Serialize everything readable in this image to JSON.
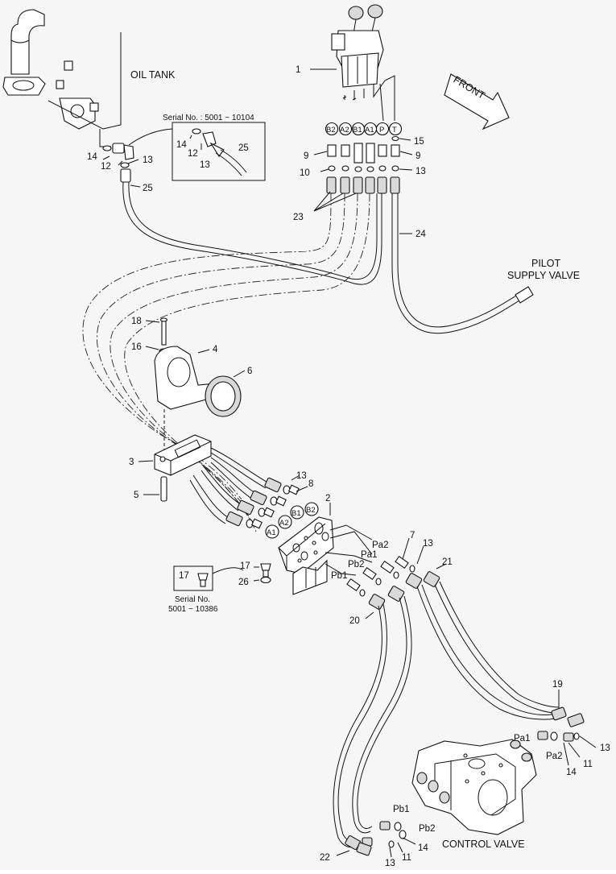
{
  "titles": {
    "oil_tank": "OIL TANK",
    "front": "FRONT",
    "pilot_line1": "PILOT",
    "pilot_line2": "SUPPLY VALVE",
    "control_valve": "CONTROL VALVE"
  },
  "serial_boxes": {
    "top": "Serial No. : 5001 ~ 10104",
    "bottom_line1": "Serial No.",
    "bottom_line2": "5001 ~ 10386"
  },
  "ports": {
    "joystick": [
      "B2",
      "A2",
      "B1",
      "A1",
      "P",
      "T"
    ],
    "manifold": [
      "B2",
      "B1",
      "A2",
      "A1"
    ],
    "manifold_text": [
      "Pa2",
      "Pa1",
      "Pb2",
      "Pb1"
    ],
    "valve": [
      "Pa1",
      "Pa2",
      "Pb1",
      "Pb2"
    ]
  },
  "part_numbers": {
    "n1": "1",
    "n2": "2",
    "n3": "3",
    "n4": "4",
    "n5": "5",
    "n6": "6",
    "n7": "7",
    "n8": "8",
    "n9a": "9",
    "n9b": "9",
    "n10": "10",
    "n11a": "11",
    "n11b": "11",
    "n12a": "12",
    "n12b": "12",
    "n13a": "13",
    "n13b": "13",
    "n13c": "13",
    "n13d": "13",
    "n13e": "13",
    "n13f": "13",
    "n13g": "13",
    "n13h": "13",
    "n14a": "14",
    "n14b": "14",
    "n14c": "14",
    "n14d": "14",
    "n15": "15",
    "n16": "16",
    "n17a": "17",
    "n17b": "17",
    "n18": "18",
    "n19": "19",
    "n20": "20",
    "n21": "21",
    "n22": "22",
    "n23": "23",
    "n24": "24",
    "n25a": "25",
    "n25b": "25",
    "n26": "26"
  },
  "colors": {
    "ink": "#111111",
    "paper": "#f6f6f6",
    "fill": "#ffffff",
    "shade": "#d9d9d9"
  }
}
